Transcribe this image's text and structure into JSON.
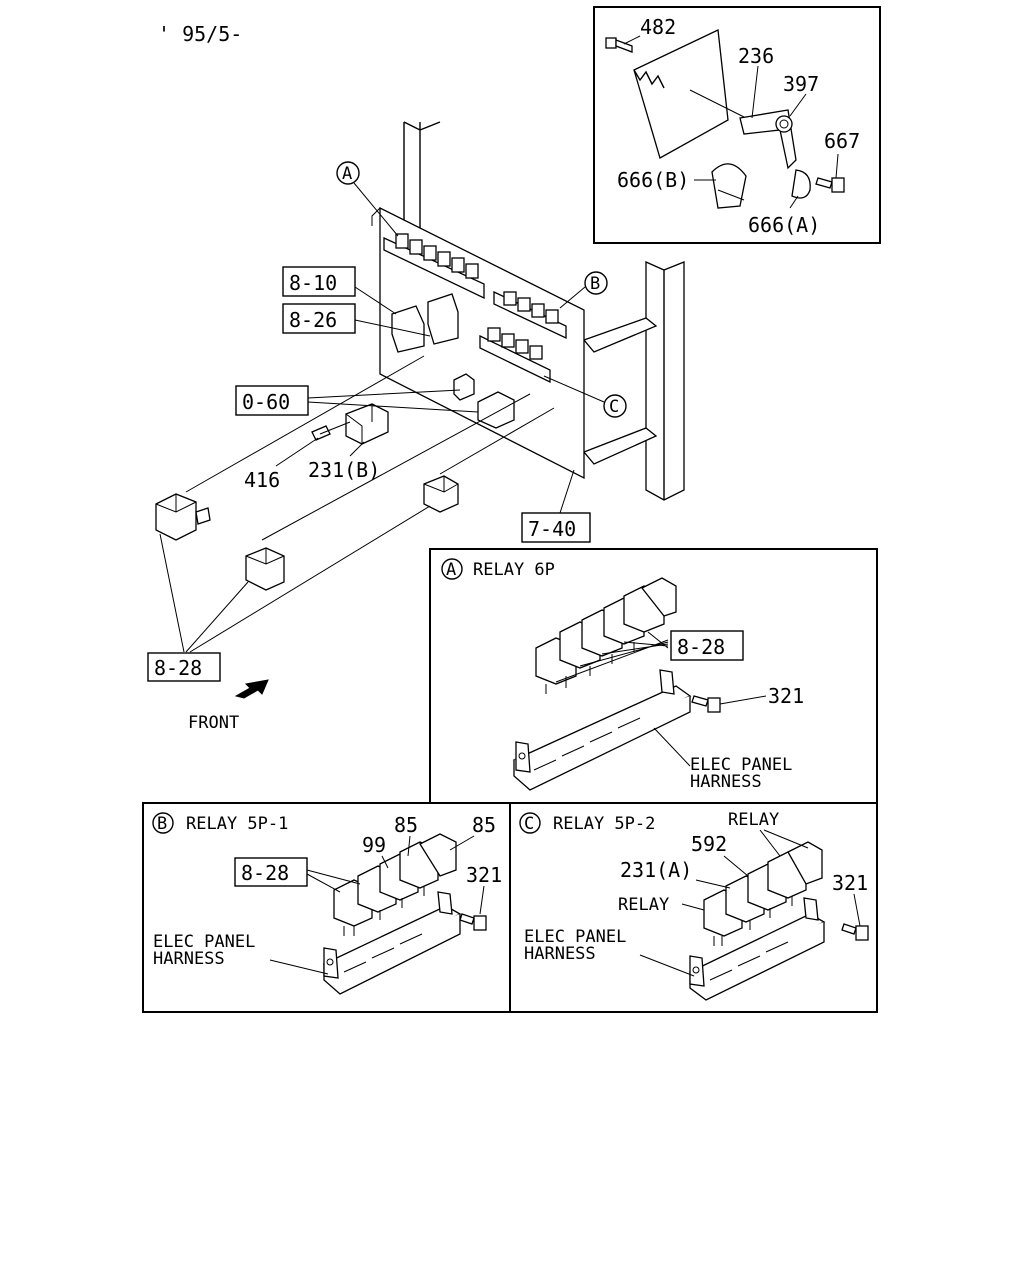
{
  "header": {
    "date_code": "' 95/5-"
  },
  "detail": {
    "part_482": "482",
    "part_236": "236",
    "part_397": "397",
    "part_667": "667",
    "part_666b": "666(B)",
    "part_666a": "666(A)"
  },
  "main": {
    "callout_a": "A",
    "callout_b": "B",
    "callout_c": "C",
    "ref_8_10": "8-10",
    "ref_8_26": "8-26",
    "ref_0_60": "0-60",
    "ref_7_40": "7-40",
    "ref_8_28": "8-28",
    "part_416": "416",
    "part_231b": "231(B)",
    "front_label": "FRONT"
  },
  "panel_a": {
    "marker": "A",
    "title": "RELAY 6P",
    "ref": "8-28",
    "part_321": "321",
    "harness_line1": "ELEC PANEL",
    "harness_line2": "HARNESS"
  },
  "panel_b": {
    "marker": "B",
    "title": "RELAY 5P-1",
    "ref": "8-28",
    "part_99": "99",
    "part_85a": "85",
    "part_85b": "85",
    "part_321": "321",
    "harness_line1": "ELEC PANEL",
    "harness_line2": "HARNESS"
  },
  "panel_c": {
    "marker": "C",
    "title": "RELAY 5P-2",
    "relay_top": "RELAY",
    "part_592": "592",
    "part_231a": "231(A)",
    "relay_left": "RELAY",
    "part_321": "321",
    "harness_line1": "ELEC PANEL",
    "harness_line2": "HARNESS"
  }
}
